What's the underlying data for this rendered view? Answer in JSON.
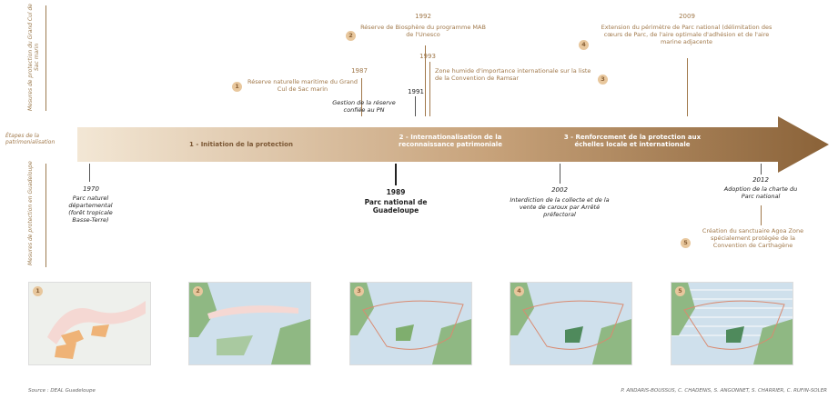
{
  "side_labels": {
    "top": "Mesures de protection du Grand Cul de Sac marin",
    "middle": "Étapes de la patrimonialisation",
    "bottom": "Mesures de protection en Guadeloupe"
  },
  "phases": [
    {
      "label": "1 - Initiation de la protection"
    },
    {
      "label": "2 - Internationalisation de la reconnaissance patrimoniale"
    },
    {
      "label": "3 - Renforcement de la protection aux échelles locale et internationale"
    }
  ],
  "top_events": [
    {
      "num": "1",
      "year": "1987",
      "text": "Réserve naturelle maritime du Grand Cul de Sac marin"
    },
    {
      "num": "2",
      "year": "1992",
      "text": "Réserve de Biosphère du programme MAB de l'Unesco"
    },
    {
      "num": "3",
      "year": "1993",
      "text": "Zone humide d'importance internationale sur la liste de la Convention de Ramsar"
    },
    {
      "num": "4",
      "year": "2009",
      "text": "Extension du périmètre de Parc national (délimitation des cœurs de Parc, de l'aire optimale d'adhésion et de l'aire marine adjacente"
    }
  ],
  "mid_event": {
    "year": "1991",
    "text": "Gestion de la réserve confiée au PN"
  },
  "bottom_events": [
    {
      "year": "1970",
      "text": "Parc naturel départemental (forêt tropicale Basse-Terre)"
    },
    {
      "year": "1989",
      "text": "Parc national de Guadeloupe"
    },
    {
      "year": "2002",
      "text": "Interdiction de la collecte et de la vente de caroux par Arrêté préfectoral"
    },
    {
      "year": "2012",
      "text": "Adoption de la charte du Parc national"
    }
  ],
  "event_5": {
    "num": "5",
    "text": "Création du sanctuaire Agoa Zone spécialement protégée de la Convention de Carthagène"
  },
  "maps": [
    {
      "num": "1"
    },
    {
      "num": "2"
    },
    {
      "num": "3"
    },
    {
      "num": "4"
    },
    {
      "num": "5"
    }
  ],
  "footer": {
    "source": "Source : DEAL Guadeloupe",
    "authors": "P. ANDARIS-BOUSSUS, C. CHADENIS, S. ANGONNET, S. CHARRIER, C. RUFIN-SOLER"
  },
  "colors": {
    "tan": "#a0784a",
    "arrow_start": "#f3e7d5",
    "arrow_end": "#8a6238",
    "forest": "#7fae6e",
    "sea": "#cfe0ec"
  }
}
